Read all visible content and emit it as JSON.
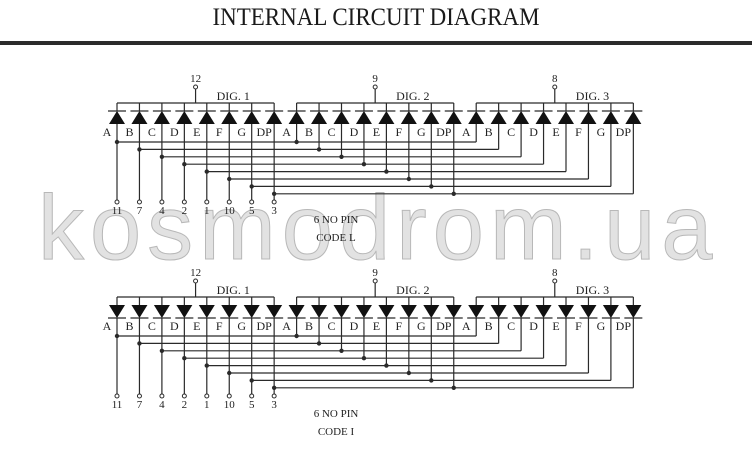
{
  "title": "INTERNAL CIRCUIT DIAGRAM",
  "watermark": "kosmodrom.ua",
  "segments": [
    "A",
    "B",
    "C",
    "D",
    "E",
    "F",
    "G",
    "DP"
  ],
  "segment_pins": [
    "11",
    "7",
    "4",
    "2",
    "1",
    "10",
    "5",
    "3"
  ],
  "digits": [
    {
      "label": "DIG. 1",
      "pin": "12"
    },
    {
      "label": "DIG. 2",
      "pin": "9"
    },
    {
      "label": "DIG. 3",
      "pin": "8"
    }
  ],
  "diagrams": [
    {
      "note_line1": "6 NO PIN",
      "note_line2": "CODE L",
      "diode_direction": "up"
    },
    {
      "note_line1": "6 NO PIN",
      "note_line2": "CODE I",
      "diode_direction": "down"
    }
  ],
  "colors": {
    "line": "#2a2a2a",
    "rule": "#2b2b2b"
  }
}
